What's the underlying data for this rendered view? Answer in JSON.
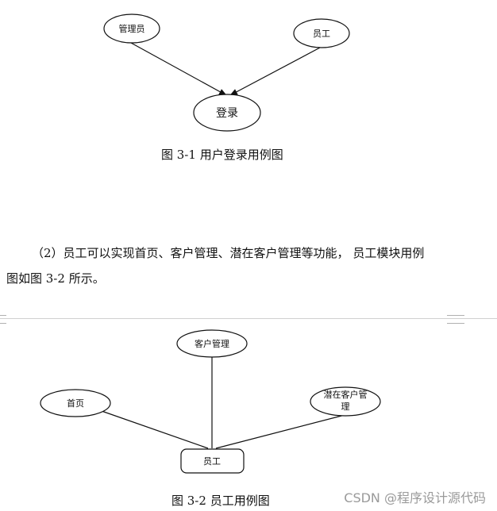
{
  "diagram1": {
    "nodes": {
      "admin": "管理员",
      "employee": "员工",
      "login": "登录"
    },
    "caption": "图 3-1 用户登录用例图"
  },
  "paragraph": {
    "line1": "（2）员工可以实现首页、客户管理、潜在客户管理等功能， 员工模块用例",
    "line2": "图如图 3-2 所示。"
  },
  "diagram2": {
    "nodes": {
      "customer_mgmt": "客户管理",
      "home": "首页",
      "potential_line1": "潜在客户管",
      "potential_line2": "理",
      "employee": "员工"
    },
    "caption": "图 3-2 员工用例图"
  },
  "watermark": "CSDN @程序设计源代码"
}
